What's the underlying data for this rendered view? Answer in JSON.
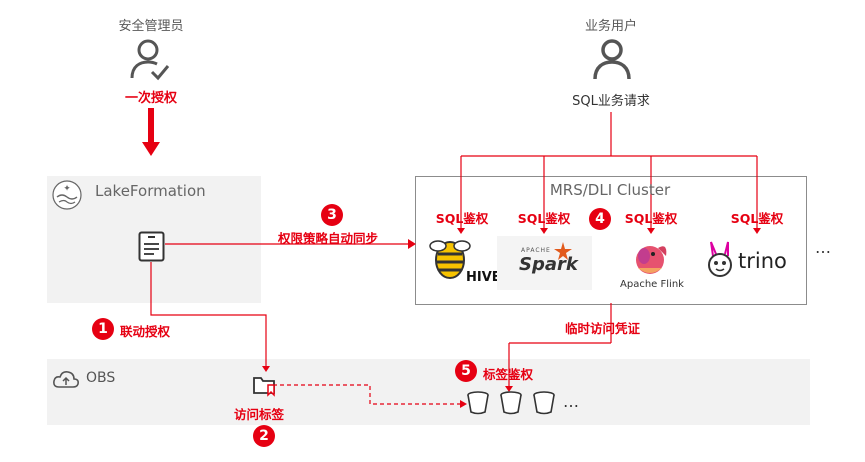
{
  "admin": {
    "label": "安全管理员",
    "action": "一次授权"
  },
  "user": {
    "label": "业务用户",
    "request": "SQL业务请求"
  },
  "lakeformation": {
    "title": "LakeFormation"
  },
  "obs": {
    "title": "OBS",
    "more": "…"
  },
  "cluster": {
    "title": "MRS/DLI Cluster",
    "auth_label": "SQL鉴权",
    "engines": {
      "hive": "HIVE",
      "spark_small": "APACHE",
      "spark": "Spark",
      "flink": "Apache Flink",
      "trino": "trino"
    },
    "more": "…"
  },
  "steps": [
    {
      "num": "1",
      "text": "联动授权"
    },
    {
      "num": "2",
      "text": "访问标签"
    },
    {
      "num": "3",
      "text": "权限策略自动同步"
    },
    {
      "num": "4",
      "text": ""
    },
    {
      "num": "5",
      "text": "标签鉴权"
    }
  ],
  "temp_credential": "临时访问凭证",
  "colors": {
    "accent": "#e60012",
    "panel": "#f2f2f2",
    "icon": "#555555"
  }
}
